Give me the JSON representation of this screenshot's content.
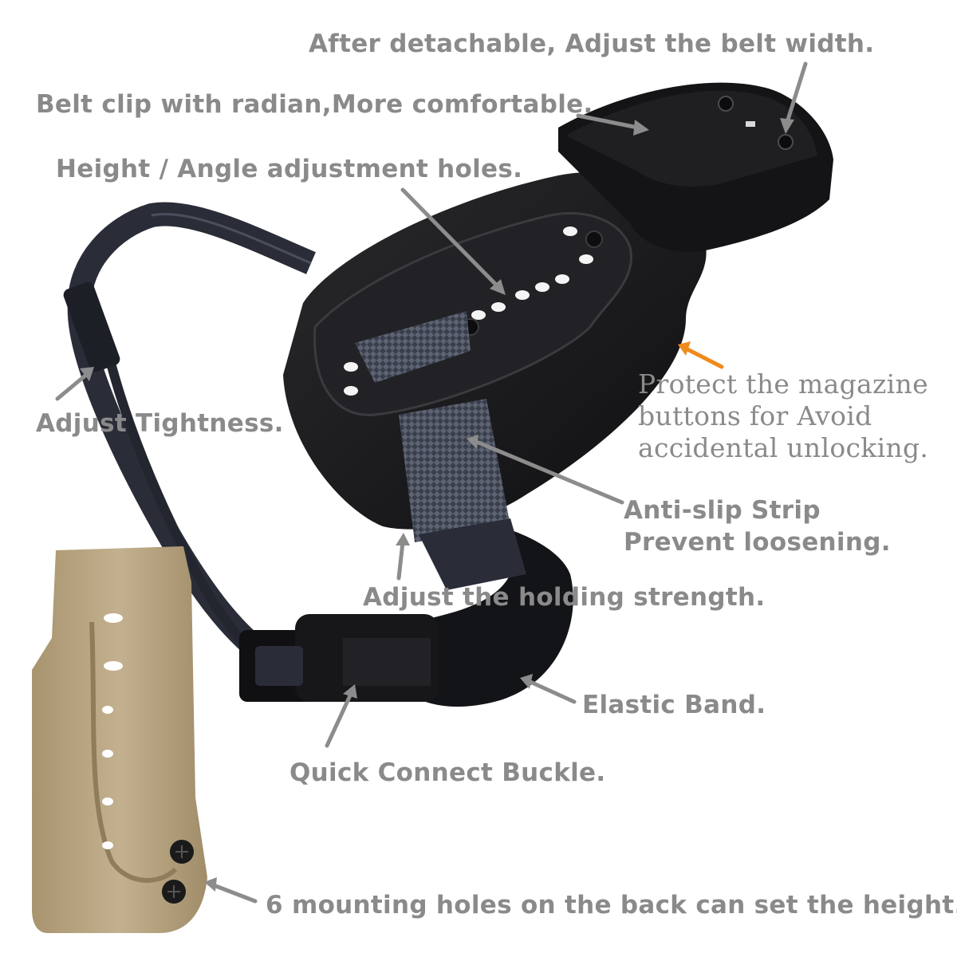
{
  "annotations": {
    "belt_width": "After detachable, Adjust the belt width.",
    "belt_clip": "Belt clip with radian,More comfortable.",
    "height_angle": "Height / Angle adjustment holes.",
    "magazine_protect": [
      "Protect the magazine",
      "buttons for Avoid",
      "accidental unlocking."
    ],
    "tightness": "Adjust Tightness.",
    "anti_slip": [
      "Anti-slip Strip",
      "Prevent loosening."
    ],
    "holding_strength": "Adjust the holding strength.",
    "elastic_band": "Elastic Band.",
    "buckle": "Quick Connect Buckle.",
    "mounting_holes": "6 mounting holes on the back can set the height."
  },
  "colors": {
    "label_text": "#8a8a8a",
    "arrow_gray": "#8c8c8c",
    "arrow_orange": "#f08a1c",
    "holster_black": "#1c1c1e",
    "holster_tan": "#b8a485",
    "strap_navy": "#2a2d38"
  }
}
